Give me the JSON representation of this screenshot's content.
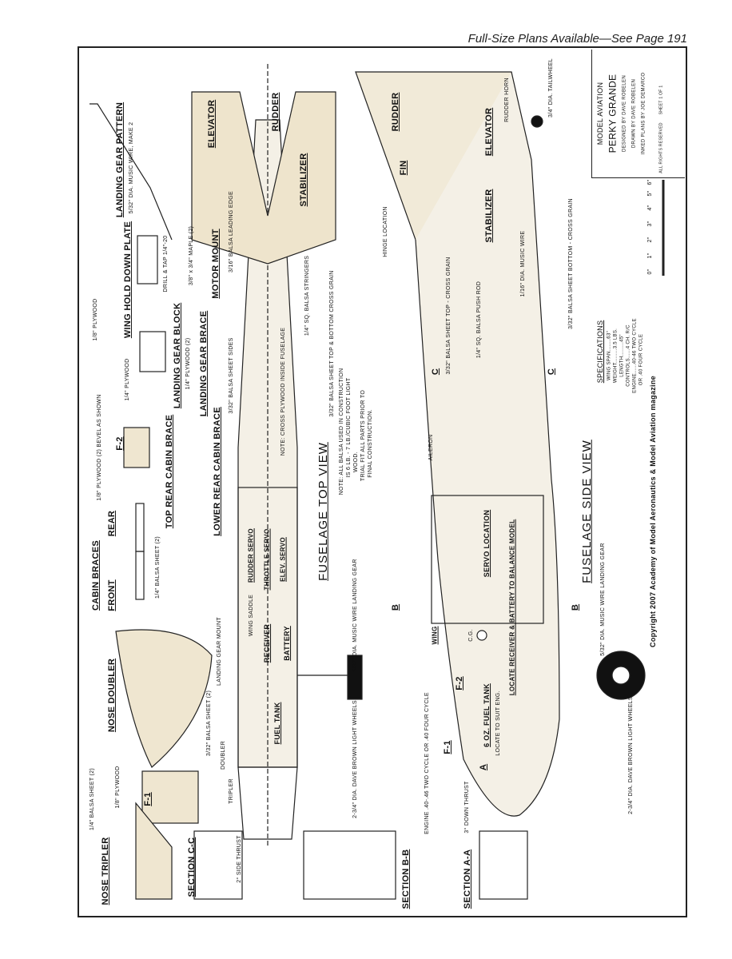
{
  "header": "Full-Size Plans Available—See Page 191",
  "title_block": {
    "publisher": "MODEL AVIATION",
    "name": "PERKY GRANDE",
    "designed": "DESIGNED BY DAVE ROBELEN",
    "drawn": "DRAWN BY DAVE ROBELEN",
    "inked": "INKED PLANS BY JOE DEMARCO",
    "rights": "ALL RIGHTS RESERVED",
    "sheet": "SHEET 1 OF 1"
  },
  "scale": [
    "0\"",
    "1\"",
    "2\"",
    "3\"",
    "4\"",
    "5\"",
    "6\""
  ],
  "specs": {
    "title": "SPECIFICATIONS",
    "wing_span": "WING SPAN........63\"",
    "weight": "WEIGHT.........3.5 LBS.",
    "length": "LENGTH.........45\"",
    "controls": "CONTROLS......4 CH. R/C",
    "engine": "ENGINE......40-46 TWO CYCLE",
    "engine2": "OR .40 FOUR CYCLE"
  },
  "copyright": "Copyright 2007 Academy of Model Aeronautics & Model Aviation magazine",
  "views": {
    "side": "FUSELAGE SIDE VIEW",
    "top": "FUSELAGE TOP VIEW"
  },
  "note": [
    "NOTE: ALL BALSA USED IN CONSTRUCTION",
    "IS 6 LB. - 7 LB./CUBIC FOOT LIGHT",
    "WOOD.",
    "TRIAL FIT ALL PARTS PRIOR TO",
    "FINAL CONSTRUCTION."
  ],
  "parts": {
    "lg_pattern": "LANDING GEAR PATTERN",
    "lg_wire": "5/32\" DIA. MUSIC WIRE, MAKE 2",
    "hold_down": "WING HOLD DOWN PLATE",
    "drill_tap": "DRILL & TAP 1/4\"-20",
    "ply18": "1/8\" PLYWOOD",
    "lg_block": "LANDING GEAR BLOCK",
    "ply14": "1/4\" PLYWOOD",
    "lg_brace": "LANDING GEAR BRACE",
    "ply14b": "1/4\" PLYWOOD (2)",
    "motor_mount": "MOTOR MOUNT",
    "maple": "3/8\" x 3/4\" MAPLE (2)",
    "top_rear": "TOP REAR CABIN BRACE",
    "lower_rear": "LOWER REAR CABIN BRACE",
    "f2": "F-2",
    "f2_ply": "1/8\" PLYWOOD (2) BEVEL AS SHOWN",
    "cabin_braces": "CABIN BRACES",
    "front": "FRONT",
    "rear": "REAR",
    "balsa_sheet2": "1/4\" BALSA SHEET (2)",
    "nose_doubler": "NOSE DOUBLER",
    "doubler_sheet": "3/32\" BALSA SHEET (2)",
    "f1": "F-1",
    "f1_ply": "1/8\" PLYWOOD",
    "nose_tripler": "NOSE TRIPLER",
    "tripler_sheet": "1/4\" BALSA SHEET (2)",
    "sec_cc": "SECTION C-C",
    "sec_bb": "SECTION B-B",
    "sec_aa": "SECTION A-A"
  },
  "top_view": {
    "elevator": "ELEVATOR",
    "rudder": "RUDDER",
    "stabilizer": "STABILIZER",
    "leading": "3/16\" BALSA LEADING EDGE",
    "stringers": "1/4\" SQ. BALSA STRINGERS",
    "sides": "3/32\" BALSA SHEET SIDES",
    "rudder_servo": "RUDDER SERVO",
    "throttle_servo": "THROTTLE SERVO",
    "elev_servo": "ELEV. SERVO",
    "receiver": "RECEIVER",
    "battery": "BATTERY",
    "fuel_tank": "FUEL TANK",
    "wing_saddle": "WING SADDLE",
    "lg_mount": "LANDING GEAR MOUNT",
    "wheels": "2-3/4\" DIA. DAVE BROWN LIGHT WHEELS",
    "lg_wire": "5/32\" DIA. MUSIC WIRE LANDING GEAR",
    "doubler": "DOUBLER",
    "tripler": "TRIPLER",
    "side_thrust": "2° SIDE THRUST",
    "top_bottom": "3/32\" BALSA SHEET TOP & BOTTOM CROSS GRAIN",
    "cross_ply": "NOTE: CROSS PLYWOOD INSIDE FUSELAGE"
  },
  "side_view": {
    "rudder": "RUDDER",
    "fin": "FIN",
    "elevator": "ELEVATOR",
    "stabilizer": "STABILIZER",
    "tailwheel": "3/4\" DIA. TAILWHEEL",
    "horn": "RUDDER HORN",
    "hinge": "HINGE LOCATION",
    "pushrod": "1/4\" SQ. BALSA PUSH ROD",
    "music_wire": "1/16\" DIA. MUSIC WIRE",
    "aileron": "AILERON",
    "servo_loc": "SERVO LOCATION",
    "wing": "WING",
    "cg": "C.G.",
    "locate": "LOCATE RECEIVER & BATTERY TO BALANCE MODEL",
    "fuel": "6 OZ. FUEL TANK",
    "fuel_loc": "LOCATE TO SUIT ENG.",
    "engine": "ENGINE .40-.46 TWO CYCLE OR .40 FOUR CYCLE",
    "downthrust": "3° DOWN THRUST",
    "f1": "F-1",
    "f2": "F-2",
    "wheels": "2-3/4\" DIA. DAVE BROWN LIGHT WHEELS",
    "lg": "5/32\" DIA. MUSIC WIRE LANDING GEAR",
    "bottom": "3/32\" BALSA SHEET BOTTOM - CROSS GRAIN",
    "top": "3/32\" BALSA SHEET TOP - CROSS GRAIN",
    "c": "C",
    "b": "B",
    "a": "A"
  }
}
